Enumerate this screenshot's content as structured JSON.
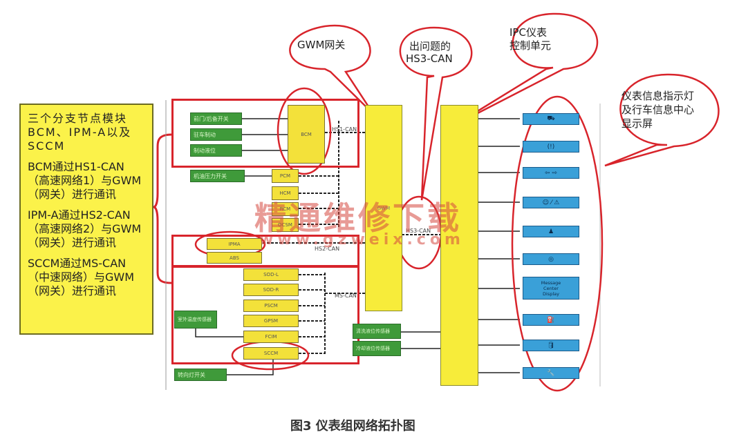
{
  "left_panel": {
    "intro": "三个分支节点模块BCM、IPM-A以及SCCM",
    "para1": "BCM通过HS1-CAN（高速网络1）与GWM（网关）进行通讯",
    "para2": "IPM-A通过HS2-CAN（高速网络2）与GWM（网关）进行通讯",
    "para3": "SCCM通过MS-CAN（中速网络）与GWM（网关）进行通讯"
  },
  "bubbles": {
    "gwm": "GWM网关",
    "hs3_line1": "出问题的",
    "hs3_line2": "HS3-CAN",
    "ipc_line1": "IPC仪表",
    "ipc_line2": "控制单元",
    "display_line1": "仪表信息指示灯",
    "display_line2": "及行车信息中心",
    "display_line3": "显示屏"
  },
  "modules": {
    "bcm": "BCM",
    "pcm": "PCM",
    "hcm": "HCM",
    "rcm": "RCM",
    "ocsm": "OCSM",
    "ipma": "IPMA",
    "abs": "ABS",
    "sod_l": "SOD-L",
    "sod_r": "SOD-R",
    "pscm": "PSCM",
    "gpsm": "GPSM",
    "fcim": "FCIM",
    "sccm": "SCCM",
    "gwm": "GWM"
  },
  "green_inputs": {
    "g1": "前门/后备开关",
    "g2": "驻车制动",
    "g3": "制动液位",
    "g4": "机油压力开关",
    "g5": "室外温度传感器",
    "g6": "转向灯开关",
    "g7": "清洗液位传感器",
    "g8": "冷却液位传感器"
  },
  "bus_labels": {
    "hs1": "HS1-CAN",
    "hs2": "HS2-CAN",
    "ms": "MS-CAN",
    "hs3": "HS3-CAN"
  },
  "display": {
    "message_center_1": "Message",
    "message_center_2": "Center",
    "message_center_3": "Display"
  },
  "watermark": {
    "cn": "精通维修下载",
    "url": "www.gzweix.com"
  },
  "caption": "图3  仪表组网络拓扑图"
}
